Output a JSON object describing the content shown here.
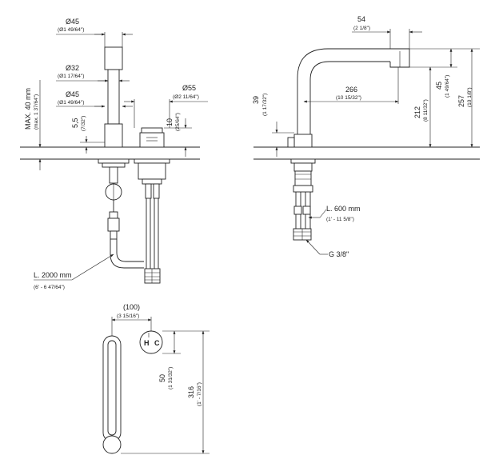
{
  "dims": {
    "d45_top": {
      "main": "Ø45",
      "sub": "(Ø1 49/64\")"
    },
    "d32": {
      "main": "Ø32",
      "sub": "(Ø1 17/64\")"
    },
    "d45_mid": {
      "main": "Ø45",
      "sub": "(Ø1 49/64\")"
    },
    "d55": {
      "main": "Ø55",
      "sub": "(Ø2 11/64\")"
    },
    "max40": {
      "main": "MAX. 40 mm",
      "sub": "(max. 1 37/64\")"
    },
    "h5_5": {
      "main": "5,5",
      "sub": "(7/32\")"
    },
    "h10": {
      "main": "10",
      "sub": "(25/64\")"
    },
    "w54": {
      "main": "54",
      "sub": "(2 1/8\")"
    },
    "w266": {
      "main": "266",
      "sub": "(10 15/32\")"
    },
    "h39": {
      "main": "39",
      "sub": "(1 17/32\")"
    },
    "h45": {
      "main": "45",
      "sub": "(1 49/64\")"
    },
    "h212": {
      "main": "212",
      "sub": "(8 11/32\")"
    },
    "h257": {
      "main": "257",
      "sub": "(10 1/8\")"
    },
    "w100": {
      "main": "(100)",
      "sub": "(3 15/16\")"
    },
    "h50": {
      "main": "50",
      "sub": "(1 31/32\")"
    },
    "h316": {
      "main": "316",
      "sub": "(1' - 7/16\")"
    }
  },
  "labels": {
    "hose_2000": {
      "main": "L. 2000 mm",
      "sub": "(6' - 6 47/64\")"
    },
    "hose_600": {
      "main": "L. 600 mm",
      "sub": "(1' - 11 5/8\")"
    },
    "thread": "G 3/8\"",
    "hot": "H",
    "cold": "C"
  }
}
